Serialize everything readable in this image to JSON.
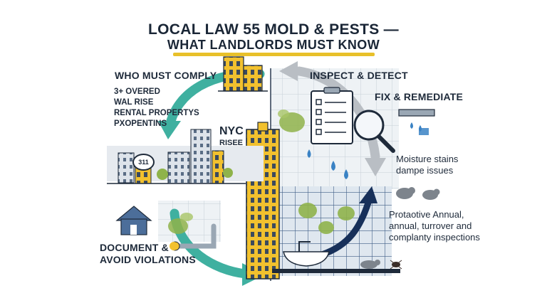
{
  "title": {
    "line1": "LOCAL LAW 55 MOLD & PESTS —",
    "line2": "WHAT LANDLORDS MUST KNOW"
  },
  "who_must_comply": {
    "heading": "WHO MUST COMPLY",
    "lines": [
      "3+ OVERED",
      "WAL RISE",
      "RENTAL PROPERTYS",
      "PXOPENTINS"
    ]
  },
  "city": {
    "label_nyc": "NYC",
    "label_risee": "RISEE",
    "call_badge": "311"
  },
  "inspect_detect": {
    "heading": "INSPECT & DETECT"
  },
  "fix_remediate": {
    "heading": "FIX & REMEDIATE"
  },
  "moisture": {
    "lines": [
      "Moisture stains",
      "dampe issues"
    ]
  },
  "inspections": {
    "lines": [
      "Protaotive Annual,",
      "annual, turrover and",
      "complanty inspections"
    ]
  },
  "document": {
    "lines": [
      "DOCUMENT &",
      "AVOID VIOLATIONS"
    ]
  },
  "colors": {
    "teal": "#3fb0a0",
    "navy": "#17305a",
    "gray_arrow": "#b9bec4",
    "yellow": "#f2c12e",
    "mold_green": "#8fb34a",
    "tile_blue": "#4c6e9a",
    "water_blue": "#3a82c4"
  },
  "icons": [
    "building-icon",
    "skyscraper-icon",
    "house-icon",
    "clipboard-checklist-icon",
    "magnifier-icon",
    "leaking-pipe-icon",
    "water-drop-icon",
    "rat-icon",
    "cockroach-icon",
    "sink-icon",
    "call-311-icon"
  ]
}
